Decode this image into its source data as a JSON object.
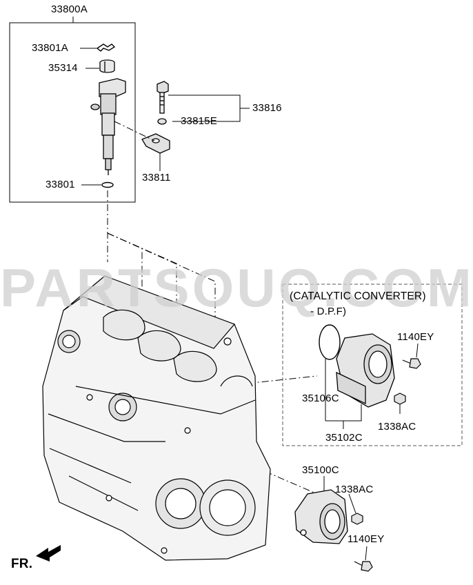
{
  "watermark": "PARTSOUQ.COM",
  "orientation_label": "FR.",
  "injector_kit": {
    "kit_label": "33800A",
    "clip_label": "33801A",
    "sleeve_label": "35314",
    "washer_label": "33801",
    "bolt_set_label": "33816",
    "bolt_washer_label": "33815E",
    "clamp_label": "33811"
  },
  "callout": {
    "title": "(CATALYTIC CONVERTER)",
    "subtitle": "- D.P.F)",
    "oring_label": "35106C",
    "assembly_label": "35102C",
    "bolt_label": "1140EY",
    "nut_label": "1338AC"
  },
  "throttle": {
    "body_label": "35100C",
    "nut_label": "1338AC",
    "bolt_label": "1140EY"
  }
}
